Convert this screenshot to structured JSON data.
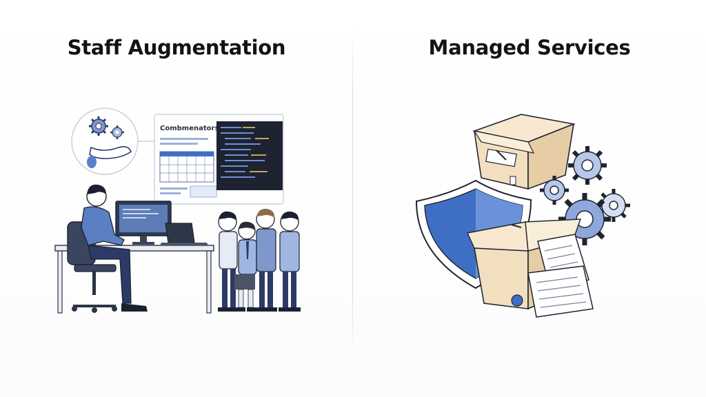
{
  "left": {
    "title": "Staff Augmentation",
    "screen_heading": "Combmenators"
  },
  "right": {
    "title": "Managed Services"
  },
  "colors": {
    "ink": "#1f2430",
    "blue": "#3f6fc4",
    "blue_light": "#9db5e3",
    "cardboard": "#f2dfc0",
    "cardboard_dark": "#d9bf97",
    "navy": "#2b3a67"
  },
  "icons": [
    "gear-icon",
    "hand-icon",
    "monitor-icon",
    "laptop-icon",
    "office-chair-icon",
    "shield-icon",
    "box-icon",
    "document-icon"
  ]
}
